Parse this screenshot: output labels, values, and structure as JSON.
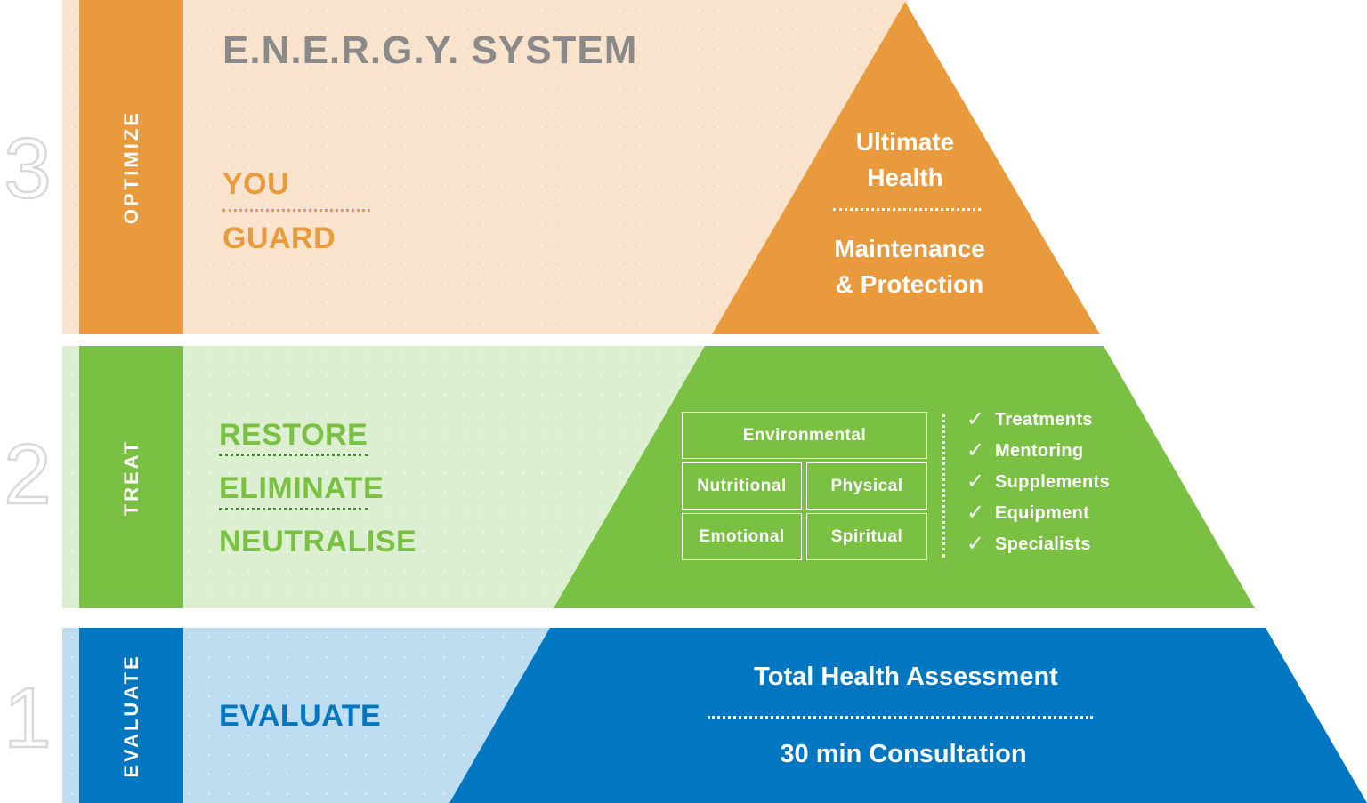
{
  "title": "E.N.E.R.G.Y. SYSTEM",
  "colors": {
    "orange": "#E89A3C",
    "orange_light": "#F9E3CC",
    "green": "#7AC143",
    "green_light": "#DDEFD1",
    "blue": "#0077C0",
    "blue_light": "#BFDDF0"
  },
  "levels": [
    {
      "number": "3",
      "side_label": "OPTIMIZE",
      "words": [
        "YOU",
        "GUARD"
      ],
      "top_text": [
        "Ultimate",
        "Health"
      ],
      "bottom_text": [
        "Maintenance",
        "& Protection"
      ]
    },
    {
      "number": "2",
      "side_label": "TREAT",
      "words": [
        "RESTORE",
        "ELIMINATE",
        "NEUTRALISE"
      ],
      "boxes": [
        "Environmental",
        "Nutritional",
        "Physical",
        "Emotional",
        "Spiritual"
      ],
      "checklist": [
        "Treatments",
        "Mentoring",
        "Supplements",
        "Equipment",
        "Specialists"
      ],
      "check_icon": "checkmark-icon"
    },
    {
      "number": "1",
      "side_label": "EVALUATE",
      "words": [
        "EVALUATE"
      ],
      "top_text": "Total Health Assessment",
      "bottom_text": "30 min Consultation"
    }
  ]
}
